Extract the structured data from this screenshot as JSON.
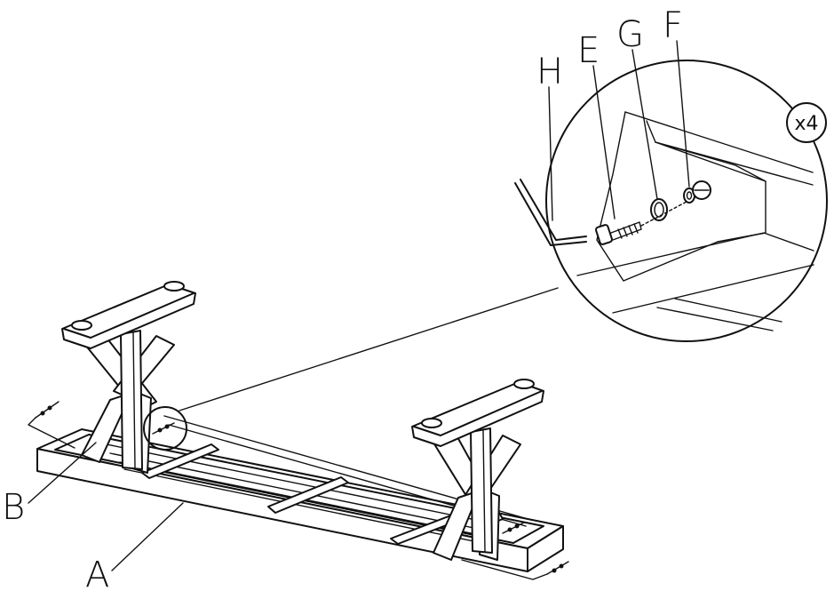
{
  "diagram": {
    "type": "assembly-instruction",
    "parts": [
      {
        "key": "A",
        "label": "A"
      },
      {
        "key": "B",
        "label": "B"
      },
      {
        "key": "E",
        "label": "E"
      },
      {
        "key": "F",
        "label": "F"
      },
      {
        "key": "G",
        "label": "G"
      },
      {
        "key": "H",
        "label": "H"
      }
    ],
    "multiplier": "x4"
  },
  "colors": {
    "line": "#111111",
    "background": "#ffffff"
  }
}
